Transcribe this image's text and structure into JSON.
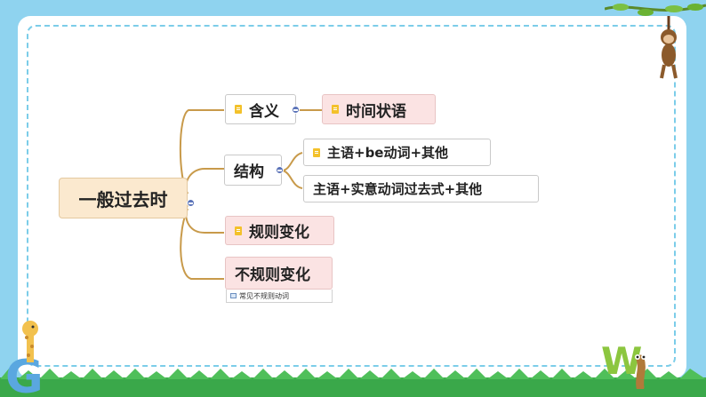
{
  "mindmap": {
    "root": "一般过去时",
    "branches": [
      {
        "label": "含义",
        "children": [
          "时间状语"
        ]
      },
      {
        "label": "结构",
        "children": [
          "主语+be动词+其他",
          "主语+实意动词过去式+其他"
        ]
      },
      {
        "label": "规则变化",
        "children": []
      },
      {
        "label": "不规则变化",
        "note": "常见不规则动词",
        "children": []
      }
    ]
  },
  "decor": {
    "letter_w": "W",
    "letter_g": "G",
    "colors": {
      "sky": "#8fd3ef",
      "grass": "#3aa84a",
      "root_fill": "#fbe9cf",
      "pink_fill": "#fbe3e3",
      "connector": "#c89a4a"
    }
  }
}
